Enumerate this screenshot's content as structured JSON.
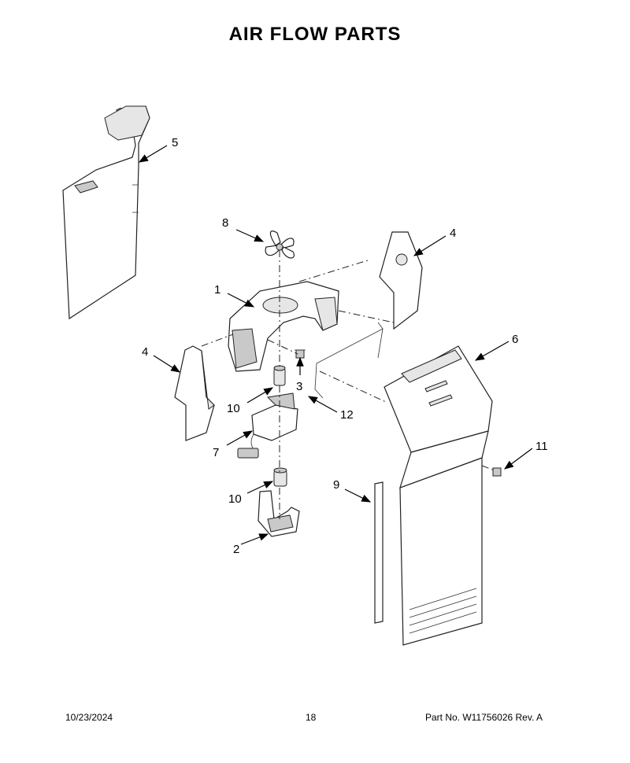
{
  "title": "AIR FLOW PARTS",
  "callouts": [
    {
      "id": "c1",
      "label": "1"
    },
    {
      "id": "c2",
      "label": "2"
    },
    {
      "id": "c3",
      "label": "3"
    },
    {
      "id": "c4a",
      "label": "4"
    },
    {
      "id": "c4b",
      "label": "4"
    },
    {
      "id": "c5",
      "label": "5"
    },
    {
      "id": "c6",
      "label": "6"
    },
    {
      "id": "c7",
      "label": "7"
    },
    {
      "id": "c8",
      "label": "8"
    },
    {
      "id": "c9",
      "label": "9"
    },
    {
      "id": "c10a",
      "label": "10"
    },
    {
      "id": "c10b",
      "label": "10"
    },
    {
      "id": "c11",
      "label": "11"
    },
    {
      "id": "c12",
      "label": "12"
    }
  ],
  "footer": {
    "date": "10/23/2024",
    "page": "18",
    "part_number": "Part No.  W11756026  Rev.  A"
  }
}
